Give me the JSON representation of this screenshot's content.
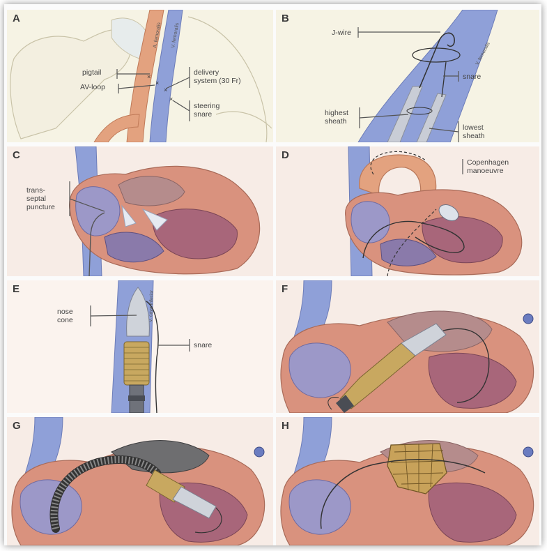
{
  "panels": {
    "A": {
      "label": "A",
      "callouts": {
        "pigtail": "pigtail",
        "av_loop": "AV-loop",
        "delivery": "delivery\nsystem (30 Fr)",
        "steering": "steering\nsnare"
      },
      "vessel_labels": [
        "A. femoralis",
        "V. femoralis"
      ]
    },
    "B": {
      "label": "B",
      "callouts": {
        "jwire": "J-wire",
        "snare": "snare",
        "highest": "highest\nsheath",
        "lowest": "lowest\nsheath"
      },
      "vessel_labels": [
        "V. femoralis"
      ]
    },
    "C": {
      "label": "C",
      "callouts": {
        "transseptal": "trans-\nseptal\npuncture"
      }
    },
    "D": {
      "label": "D",
      "callouts": {
        "copenhagen": "Copenhagen\nmanoeuvre"
      }
    },
    "E": {
      "label": "E",
      "callouts": {
        "nosecone": "nose\ncone",
        "snare": "snare"
      },
      "vessel_labels": [
        "V. cava inferior"
      ]
    },
    "F": {
      "label": "F"
    },
    "G": {
      "label": "G"
    },
    "H": {
      "label": "H"
    }
  },
  "colors": {
    "vein": "#8f9ed9",
    "artery": "#e0a080",
    "myocardium": "#d9927e",
    "chamber": "#a8667a",
    "atrium": "#9c98c8",
    "background_pink": "#f7ece6",
    "background_cream": "#f5f2e3"
  }
}
